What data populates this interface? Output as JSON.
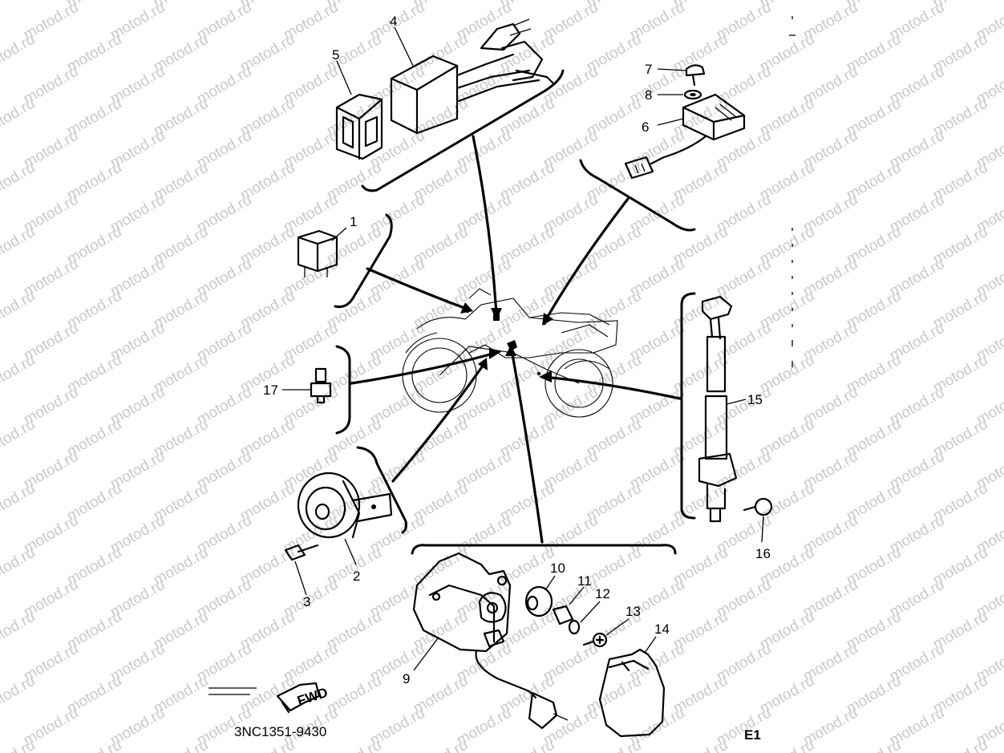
{
  "watermark": "motod.ru",
  "diagram_code": "3NC1351-9430",
  "page_code": "E1",
  "fwd_label": "FWD",
  "callouts": [
    {
      "id": "1",
      "text": "1"
    },
    {
      "id": "2",
      "text": "2"
    },
    {
      "id": "3",
      "text": "3"
    },
    {
      "id": "4",
      "text": "4"
    },
    {
      "id": "5",
      "text": "5"
    },
    {
      "id": "6",
      "text": "6"
    },
    {
      "id": "7",
      "text": "7"
    },
    {
      "id": "8",
      "text": "8"
    },
    {
      "id": "9",
      "text": "9"
    },
    {
      "id": "10",
      "text": "10"
    },
    {
      "id": "11",
      "text": "11"
    },
    {
      "id": "12",
      "text": "12"
    },
    {
      "id": "13",
      "text": "13"
    },
    {
      "id": "14",
      "text": "14"
    },
    {
      "id": "15",
      "text": "15"
    },
    {
      "id": "16",
      "text": "16"
    },
    {
      "id": "17",
      "text": "17"
    }
  ]
}
